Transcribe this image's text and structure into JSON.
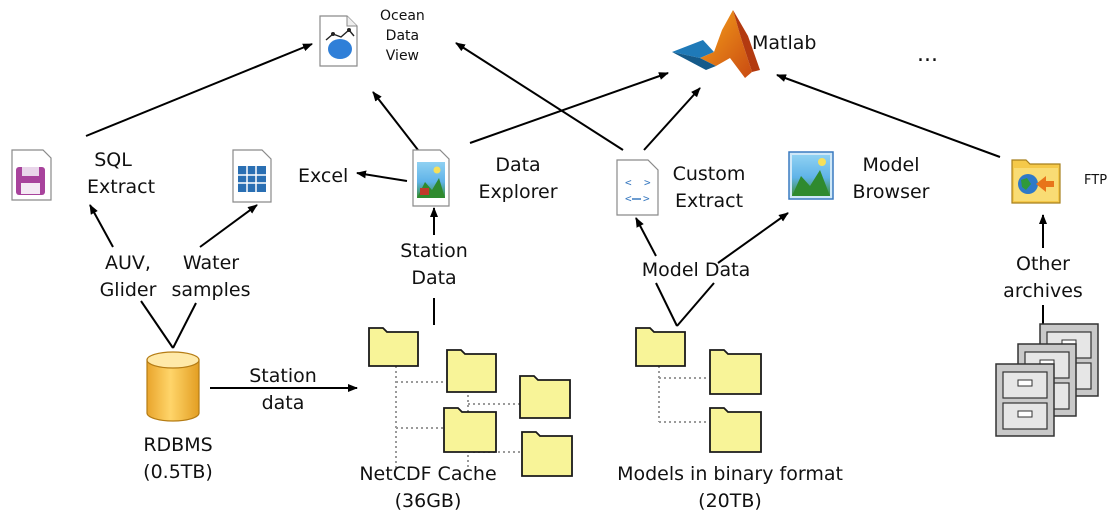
{
  "nodes": {
    "ocean_data_view": [
      "Ocean",
      "Data",
      "View"
    ],
    "matlab": "Matlab",
    "ellipsis": "...",
    "sql_extract": [
      "SQL",
      "Extract"
    ],
    "excel": "Excel",
    "data_explorer": [
      "Data",
      "Explorer"
    ],
    "custom_extract": [
      "Custom",
      "Extract"
    ],
    "model_browser": [
      "Model",
      "Browser"
    ],
    "ftp": "FTP",
    "rdbms": [
      "RDBMS",
      "(0.5TB)"
    ],
    "netcdf_cache": [
      "NetCDF Cache",
      "(36GB)"
    ],
    "models_binary": [
      "Models in binary format",
      "(20TB)"
    ]
  },
  "edges": {
    "auv_glider": [
      "AUV,",
      "Glider"
    ],
    "water_samples": [
      "Water",
      "samples"
    ],
    "station_data_upper": [
      "Station",
      "Data"
    ],
    "station_data_lower": [
      "Station",
      "data"
    ],
    "model_data": "Model Data",
    "other_archives": [
      "Other",
      "archives"
    ]
  },
  "colors": {
    "folder_fill": "#f8f498",
    "folder_stroke": "#1a1a1a",
    "db_fill": "#f6c24a",
    "db_top": "#ffe9a8",
    "floppy": "#a8439c",
    "matlab_orange": "#e8751a",
    "matlab_blue": "#1f7ab8",
    "excel_blue": "#2a6fb3",
    "cabinet_gray": "#c9c9c9",
    "ftp_folder": "#f5c94a",
    "tree_dots": "#9a9a9a"
  }
}
